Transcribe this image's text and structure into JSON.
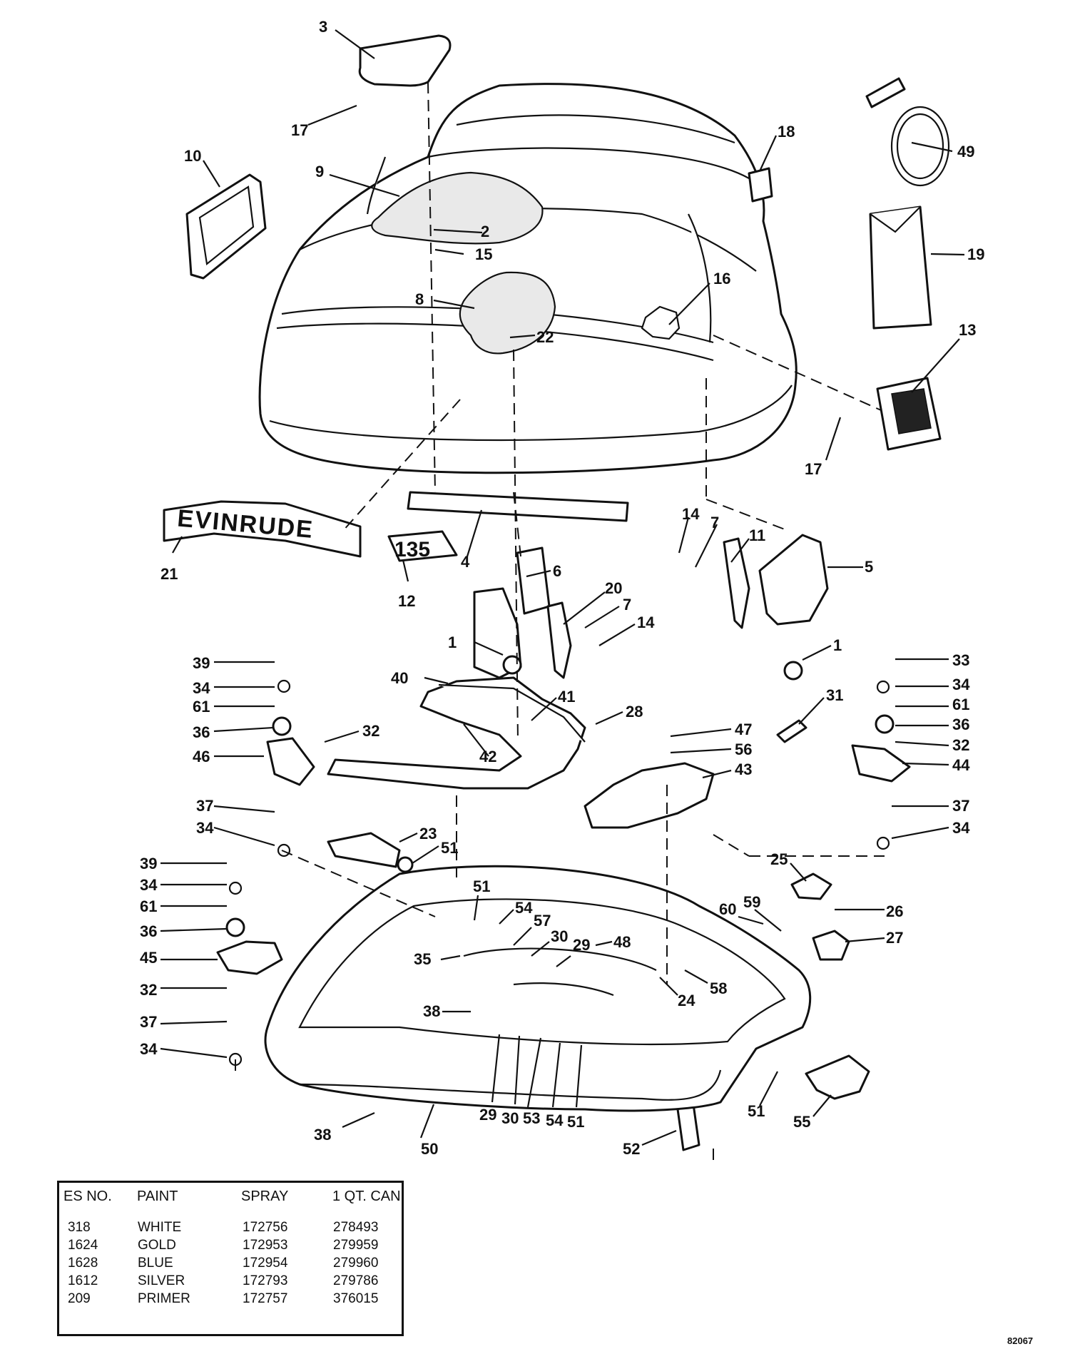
{
  "callouts": [
    {
      "label": "3"
    },
    {
      "label": "17"
    },
    {
      "label": "9"
    },
    {
      "label": "10"
    },
    {
      "label": "2"
    },
    {
      "label": "15"
    },
    {
      "label": "18"
    },
    {
      "label": "49"
    },
    {
      "label": "19"
    },
    {
      "label": "16"
    },
    {
      "label": "8"
    },
    {
      "label": "22"
    },
    {
      "label": "13"
    },
    {
      "label": "17"
    },
    {
      "label": "21"
    },
    {
      "label": "4"
    },
    {
      "label": "12"
    },
    {
      "label": "6"
    },
    {
      "label": "14"
    },
    {
      "label": "7"
    },
    {
      "label": "11"
    },
    {
      "label": "5"
    },
    {
      "label": "20"
    },
    {
      "label": "7"
    },
    {
      "label": "14"
    },
    {
      "label": "1"
    },
    {
      "label": "1"
    },
    {
      "label": "39"
    },
    {
      "label": "34"
    },
    {
      "label": "61"
    },
    {
      "label": "36"
    },
    {
      "label": "46"
    },
    {
      "label": "32"
    },
    {
      "label": "40"
    },
    {
      "label": "41"
    },
    {
      "label": "28"
    },
    {
      "label": "42"
    },
    {
      "label": "33"
    },
    {
      "label": "34"
    },
    {
      "label": "61"
    },
    {
      "label": "36"
    },
    {
      "label": "32"
    },
    {
      "label": "44"
    },
    {
      "label": "31"
    },
    {
      "label": "47"
    },
    {
      "label": "56"
    },
    {
      "label": "43"
    },
    {
      "label": "37"
    },
    {
      "label": "34"
    },
    {
      "label": "23"
    },
    {
      "label": "51"
    },
    {
      "label": "37"
    },
    {
      "label": "34"
    },
    {
      "label": "39"
    },
    {
      "label": "34"
    },
    {
      "label": "61"
    },
    {
      "label": "36"
    },
    {
      "label": "45"
    },
    {
      "label": "32"
    },
    {
      "label": "37"
    },
    {
      "label": "34"
    },
    {
      "label": "51"
    },
    {
      "label": "54"
    },
    {
      "label": "57"
    },
    {
      "label": "30"
    },
    {
      "label": "29"
    },
    {
      "label": "48"
    },
    {
      "label": "35"
    },
    {
      "label": "25"
    },
    {
      "label": "60"
    },
    {
      "label": "59"
    },
    {
      "label": "26"
    },
    {
      "label": "27"
    },
    {
      "label": "58"
    },
    {
      "label": "24"
    },
    {
      "label": "38"
    },
    {
      "label": "29"
    },
    {
      "label": "30"
    },
    {
      "label": "53"
    },
    {
      "label": "54"
    },
    {
      "label": "51"
    },
    {
      "label": "38"
    },
    {
      "label": "50"
    },
    {
      "label": "52"
    },
    {
      "label": "51"
    },
    {
      "label": "55"
    }
  ],
  "emblems": {
    "brand": "EVINRUDE",
    "model": "135"
  },
  "paint_table": {
    "headers": [
      "ES NO.",
      "PAINT",
      "SPRAY",
      "1 QT. CAN"
    ],
    "rows": [
      {
        "es_no": "318",
        "paint": "WHITE",
        "spray": "172756",
        "can": "278493"
      },
      {
        "es_no": "1624",
        "paint": "GOLD",
        "spray": "172953",
        "can": "279959"
      },
      {
        "es_no": "1628",
        "paint": "BLUE",
        "spray": "172954",
        "can": "279960"
      },
      {
        "es_no": "1612",
        "paint": "SILVER",
        "spray": "172793",
        "can": "279786"
      },
      {
        "es_no": "209",
        "paint": "PRIMER",
        "spray": "172757",
        "can": "376015"
      }
    ]
  },
  "diagram_number": "82067"
}
